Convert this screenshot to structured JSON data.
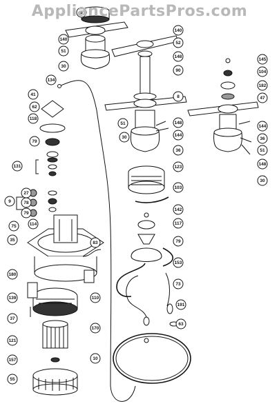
{
  "watermark": "AppliancePartsPros.com",
  "callouts": [
    "8",
    "140",
    "51",
    "30",
    "140",
    "52",
    "148",
    "90",
    "8",
    "51",
    "148",
    "144",
    "30",
    "36",
    "134",
    "41",
    "62",
    "118",
    "79",
    "131",
    "9",
    "27",
    "78",
    "79",
    "114",
    "75",
    "35",
    "83",
    "180",
    "139",
    "37",
    "121",
    "157",
    "55",
    "170",
    "110",
    "10",
    "123",
    "103",
    "142",
    "117",
    "79",
    "153",
    "73",
    "191",
    "63",
    "145",
    "104",
    "182",
    "47",
    "144",
    "36",
    "51",
    "148",
    "30"
  ]
}
